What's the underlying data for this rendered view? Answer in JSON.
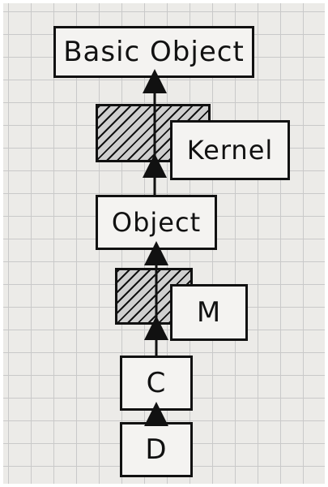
{
  "diagram": {
    "nodes": {
      "basic_object": "Basic Object",
      "kernel": "Kernel",
      "object": "Object",
      "m": "M",
      "c": "C",
      "d": "D"
    },
    "colors": {
      "ink": "#111111",
      "paper": "#ecebe8",
      "grid": "#c9c9c9"
    }
  }
}
